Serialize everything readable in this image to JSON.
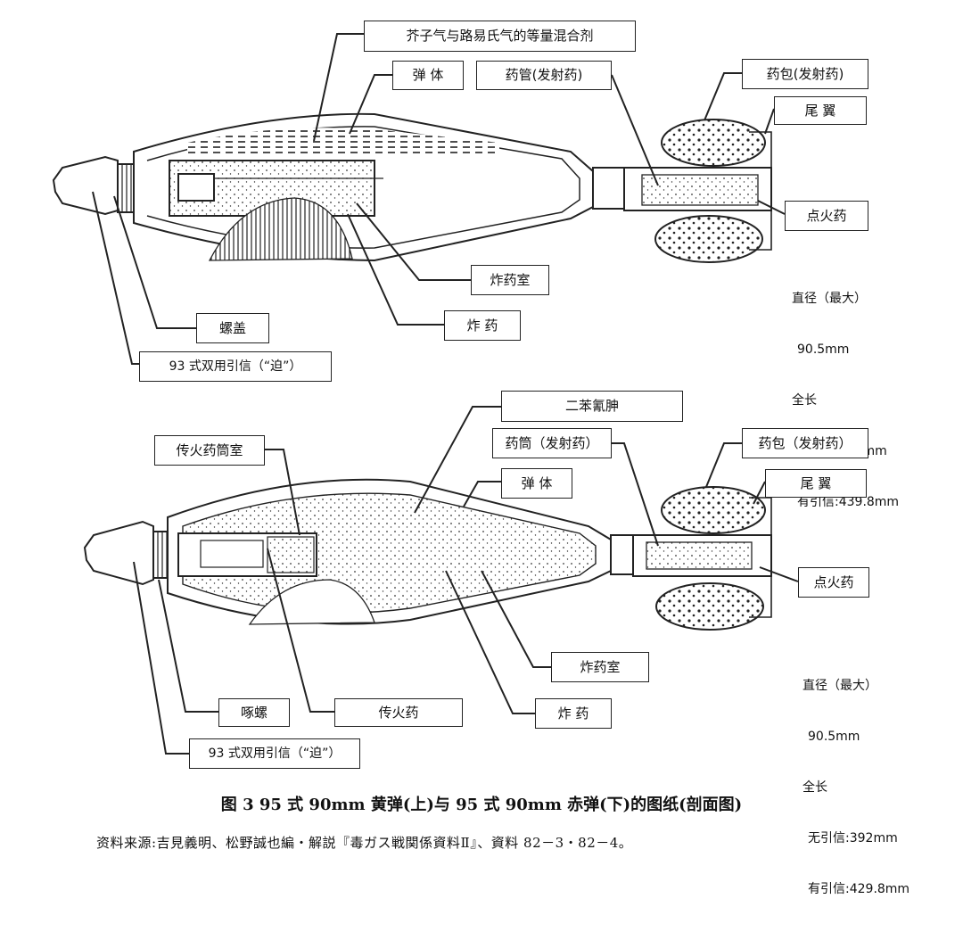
{
  "top_shell": {
    "labels": {
      "mix_agent": "芥子气与路易氏气的等量混合剂",
      "body": "弹 体",
      "propellant_tube": "药管(发射药)",
      "propellant_bag": "药包(发射药)",
      "tail_fin": "尾 翼",
      "igniter": "点火药",
      "charge_chamber": "炸药室",
      "charge": "炸 药",
      "screw_cap": "螺盖",
      "fuze": "93 式双用引信（“迫”）"
    },
    "specs": {
      "diameter_label": "直径（最大）",
      "diameter_value": "90.5mm",
      "length_label": "全长",
      "no_fuze": "无引信:402mm",
      "with_fuze": "有引信:439.8mm"
    }
  },
  "bottom_shell": {
    "labels": {
      "agent": "二苯氰胂",
      "booster_chamber": "传火药筒室",
      "propellant_tube": "药筒（发射药）",
      "propellant_bag": "药包（发射药）",
      "body": "弹 体",
      "tail_fin": "尾 翼",
      "igniter": "点火药",
      "charge_chamber": "炸药室",
      "charge": "炸 药",
      "booster": "传火药",
      "screw_cap": "啄螺",
      "fuze": "93 式双用引信（“迫”）"
    },
    "specs": {
      "diameter_label": "直径（最大）",
      "diameter_value": "90.5mm",
      "length_label": "全长",
      "no_fuze": "无引信:392mm",
      "with_fuze": "有引信:429.8mm"
    }
  },
  "caption": "图 3   95 式 90mm 黄弹(上)与 95 式 90mm 赤弹(下)的图纸(剖面图)",
  "source": "资料来源:吉見義明、松野誠也編・解説『毒ガス戦関係資料Ⅱ』、資料 82－3・82－4。",
  "colors": {
    "line": "#222222",
    "fill_dot": "#333333",
    "bg": "#ffffff"
  }
}
